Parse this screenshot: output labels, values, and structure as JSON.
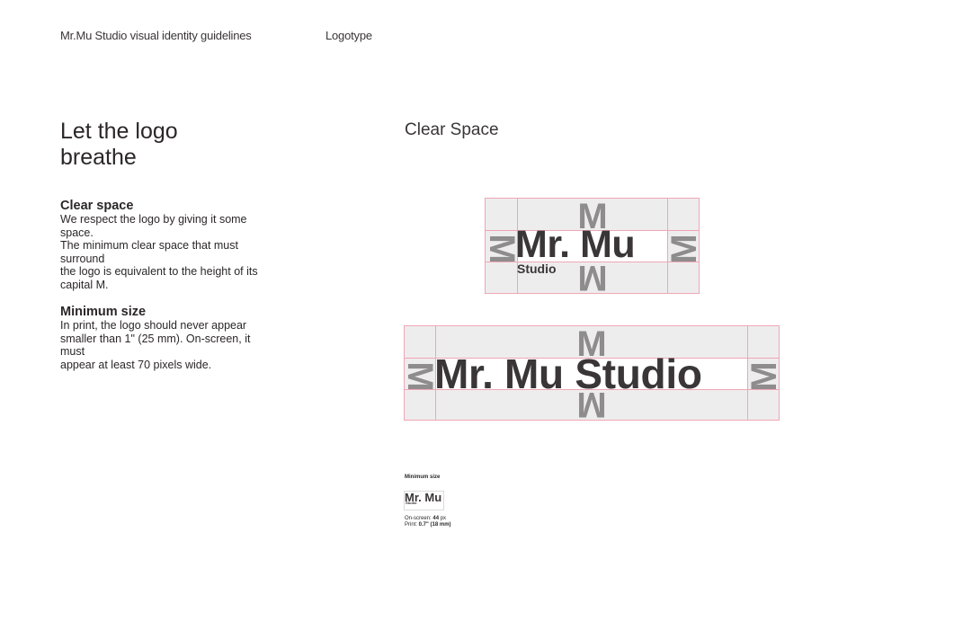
{
  "header": {
    "doc_title": "Mr.Mu Studio visual identity guidelines",
    "section": "Logotype"
  },
  "left": {
    "title_line1": "Let the logo",
    "title_line2": "breathe",
    "clear_space": {
      "heading": "Clear space",
      "lines": [
        "We respect the logo by giving it some space.",
        "The minimum clear space that must surround",
        "the logo is equivalent to the height of its capital M."
      ]
    },
    "minimum_size": {
      "heading": "Minimum size",
      "lines": [
        "In print, the logo should never appear smaller than 1\" (25 mm). On-screen, it must",
        "appear at least 70 pixels wide."
      ]
    }
  },
  "right": {
    "heading": "Clear Space",
    "logo_stacked": {
      "primary": "Mr. Mu",
      "secondary": "Studio",
      "spacer_letter": "M"
    },
    "logo_horizontal": {
      "text": "Mr. Mu Studio",
      "spacer_letter": "M"
    },
    "minimum": {
      "label": "Minimum size",
      "logo_primary": "Mr. Mu",
      "logo_secondary": "Studio",
      "onscreen_prefix": "On-screen: ",
      "onscreen_value": "44",
      "onscreen_unit": " px",
      "print_prefix": "Print: ",
      "print_value": "0.7\" (18 mm)"
    }
  },
  "colors": {
    "text": "#3a3637",
    "guide_fill": "#eeedee",
    "guide_line": "#f0a6b3",
    "ghost_letter": "#8e8c8d"
  }
}
